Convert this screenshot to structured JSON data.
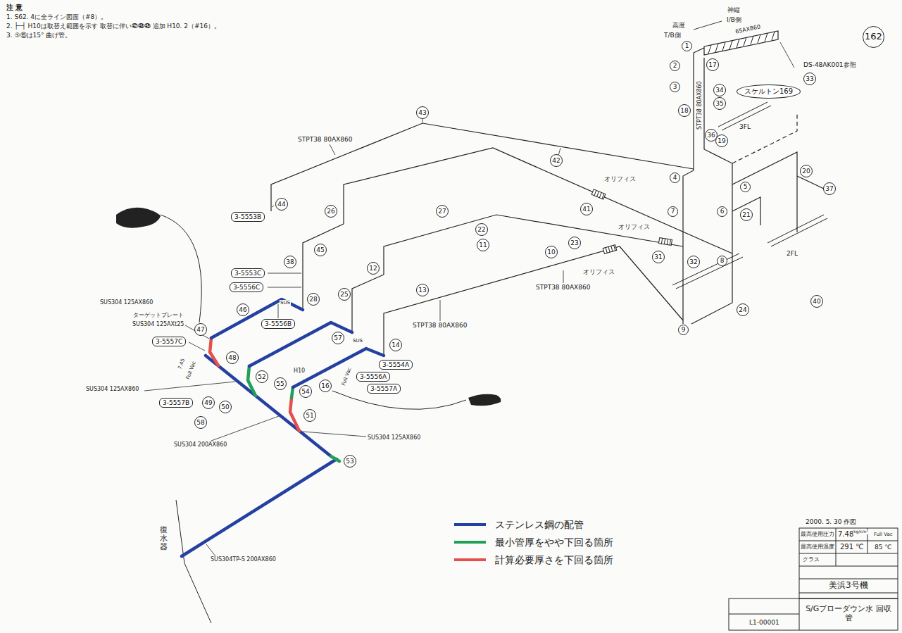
{
  "diagram": {
    "nodes": [
      {
        "text": [
          "162"
        ]
      },
      {
        "text": [
          "スケルトン169"
        ]
      },
      {
        "text": [
          "3-5553B"
        ]
      },
      {
        "text": [
          "3-5553C"
        ]
      },
      {
        "text": [
          "3-5556C"
        ]
      },
      {
        "text": [
          "3-5556B"
        ]
      },
      {
        "text": [
          "3-5557C"
        ]
      },
      {
        "text": [
          "3-5557B"
        ]
      },
      {
        "text": [
          "3-5554A"
        ]
      },
      {
        "text": [
          "3-5556A"
        ]
      },
      {
        "text": [
          "3-5557A"
        ]
      },
      {
        "text": [
          "1"
        ]
      },
      {
        "text": [
          "17"
        ]
      },
      {
        "text": [
          "2"
        ]
      },
      {
        "text": [
          "3"
        ]
      },
      {
        "text": [
          "18"
        ]
      },
      {
        "text": [
          "34"
        ]
      },
      {
        "text": [
          "35"
        ]
      },
      {
        "text": [
          "33"
        ]
      },
      {
        "text": [
          "36"
        ]
      },
      {
        "text": [
          "19"
        ]
      },
      {
        "text": [
          "4"
        ]
      },
      {
        "text": [
          "5"
        ]
      },
      {
        "text": [
          "20"
        ]
      },
      {
        "text": [
          "37"
        ]
      },
      {
        "text": [
          "21"
        ]
      },
      {
        "text": [
          "7"
        ]
      },
      {
        "text": [
          "6"
        ]
      },
      {
        "text": [
          "8"
        ]
      },
      {
        "text": [
          "24"
        ]
      },
      {
        "text": [
          "9"
        ]
      },
      {
        "text": [
          "40"
        ]
      },
      {
        "text": [
          "32"
        ]
      },
      {
        "text": [
          "43"
        ]
      },
      {
        "text": [
          "42"
        ]
      },
      {
        "text": [
          "41"
        ]
      },
      {
        "text": [
          "27"
        ]
      },
      {
        "text": [
          "22"
        ]
      },
      {
        "text": [
          "11"
        ]
      },
      {
        "text": [
          "10"
        ]
      },
      {
        "text": [
          "23"
        ]
      },
      {
        "text": [
          "31"
        ]
      },
      {
        "text": [
          "12"
        ]
      },
      {
        "text": [
          "13"
        ]
      },
      {
        "text": [
          "44"
        ]
      },
      {
        "text": [
          "45"
        ]
      },
      {
        "text": [
          "26"
        ]
      },
      {
        "text": [
          "25"
        ]
      },
      {
        "text": [
          "38"
        ]
      },
      {
        "text": [
          "28"
        ]
      },
      {
        "text": [
          "47"
        ]
      },
      {
        "text": [
          "48"
        ]
      },
      {
        "text": [
          "46"
        ]
      },
      {
        "text": [
          "49"
        ]
      },
      {
        "text": [
          "50"
        ]
      },
      {
        "text": [
          "51"
        ]
      },
      {
        "text": [
          "52"
        ]
      },
      {
        "text": [
          "53"
        ]
      },
      {
        "text": [
          "54"
        ]
      },
      {
        "text": [
          "55"
        ]
      },
      {
        "text": [
          "57"
        ]
      },
      {
        "text": [
          "58"
        ]
      },
      {
        "text": [
          "16"
        ]
      },
      {
        "text": [
          "14"
        ]
      }
    ],
    "labels": [
      "注 意",
      "1. S62. 4に全ライン図面（#8）。",
      "2. ├─┤ H10は取替え範囲を示す 取替に伴い㊼㊽㊾ 追加 H10. 2（#16）。",
      "3. ⑤⑮は15° 曲げ管。",
      "神縦",
      "I/B側",
      "高度",
      "T/B側",
      "65AX860",
      "DS-48AK001参照",
      "3FL",
      "2FL",
      "STPT38 80AX860",
      "STPT38 80AX860",
      "STPT38 80AX860",
      "STPT38 80AX860",
      "オリフィス",
      "オリフィス",
      "オリフィス",
      "ターゲットプレート",
      "SUS304 125AXt25",
      "SUS304 125AX860",
      "SUS304 125AX860",
      "SUS304 125AX860",
      "SUS304 200AX860",
      "SUS304TP-S 200AX860",
      "復水器",
      "7.45",
      "Full Vac",
      "Full Vac",
      "H10",
      "SUS",
      "SUS",
      "2000. 5. 30 作図",
      "最高使用圧力",
      "7.48",
      "kg/cm²",
      "Full Vac",
      "最高使用温度",
      "291 ℃",
      "85 ℃",
      "クラス",
      "美浜3号機",
      "S/Gブローダウン水 回収管",
      "L1-00001"
    ],
    "legend": [
      {
        "text": "ステンレス鋼の配管",
        "color": "#2440a0"
      },
      {
        "text": "最小管厚をやや下回る箇所",
        "color": "#20a058"
      },
      {
        "text": "計算必要厚さを下回る箇所",
        "color": "#e4504a"
      }
    ]
  }
}
